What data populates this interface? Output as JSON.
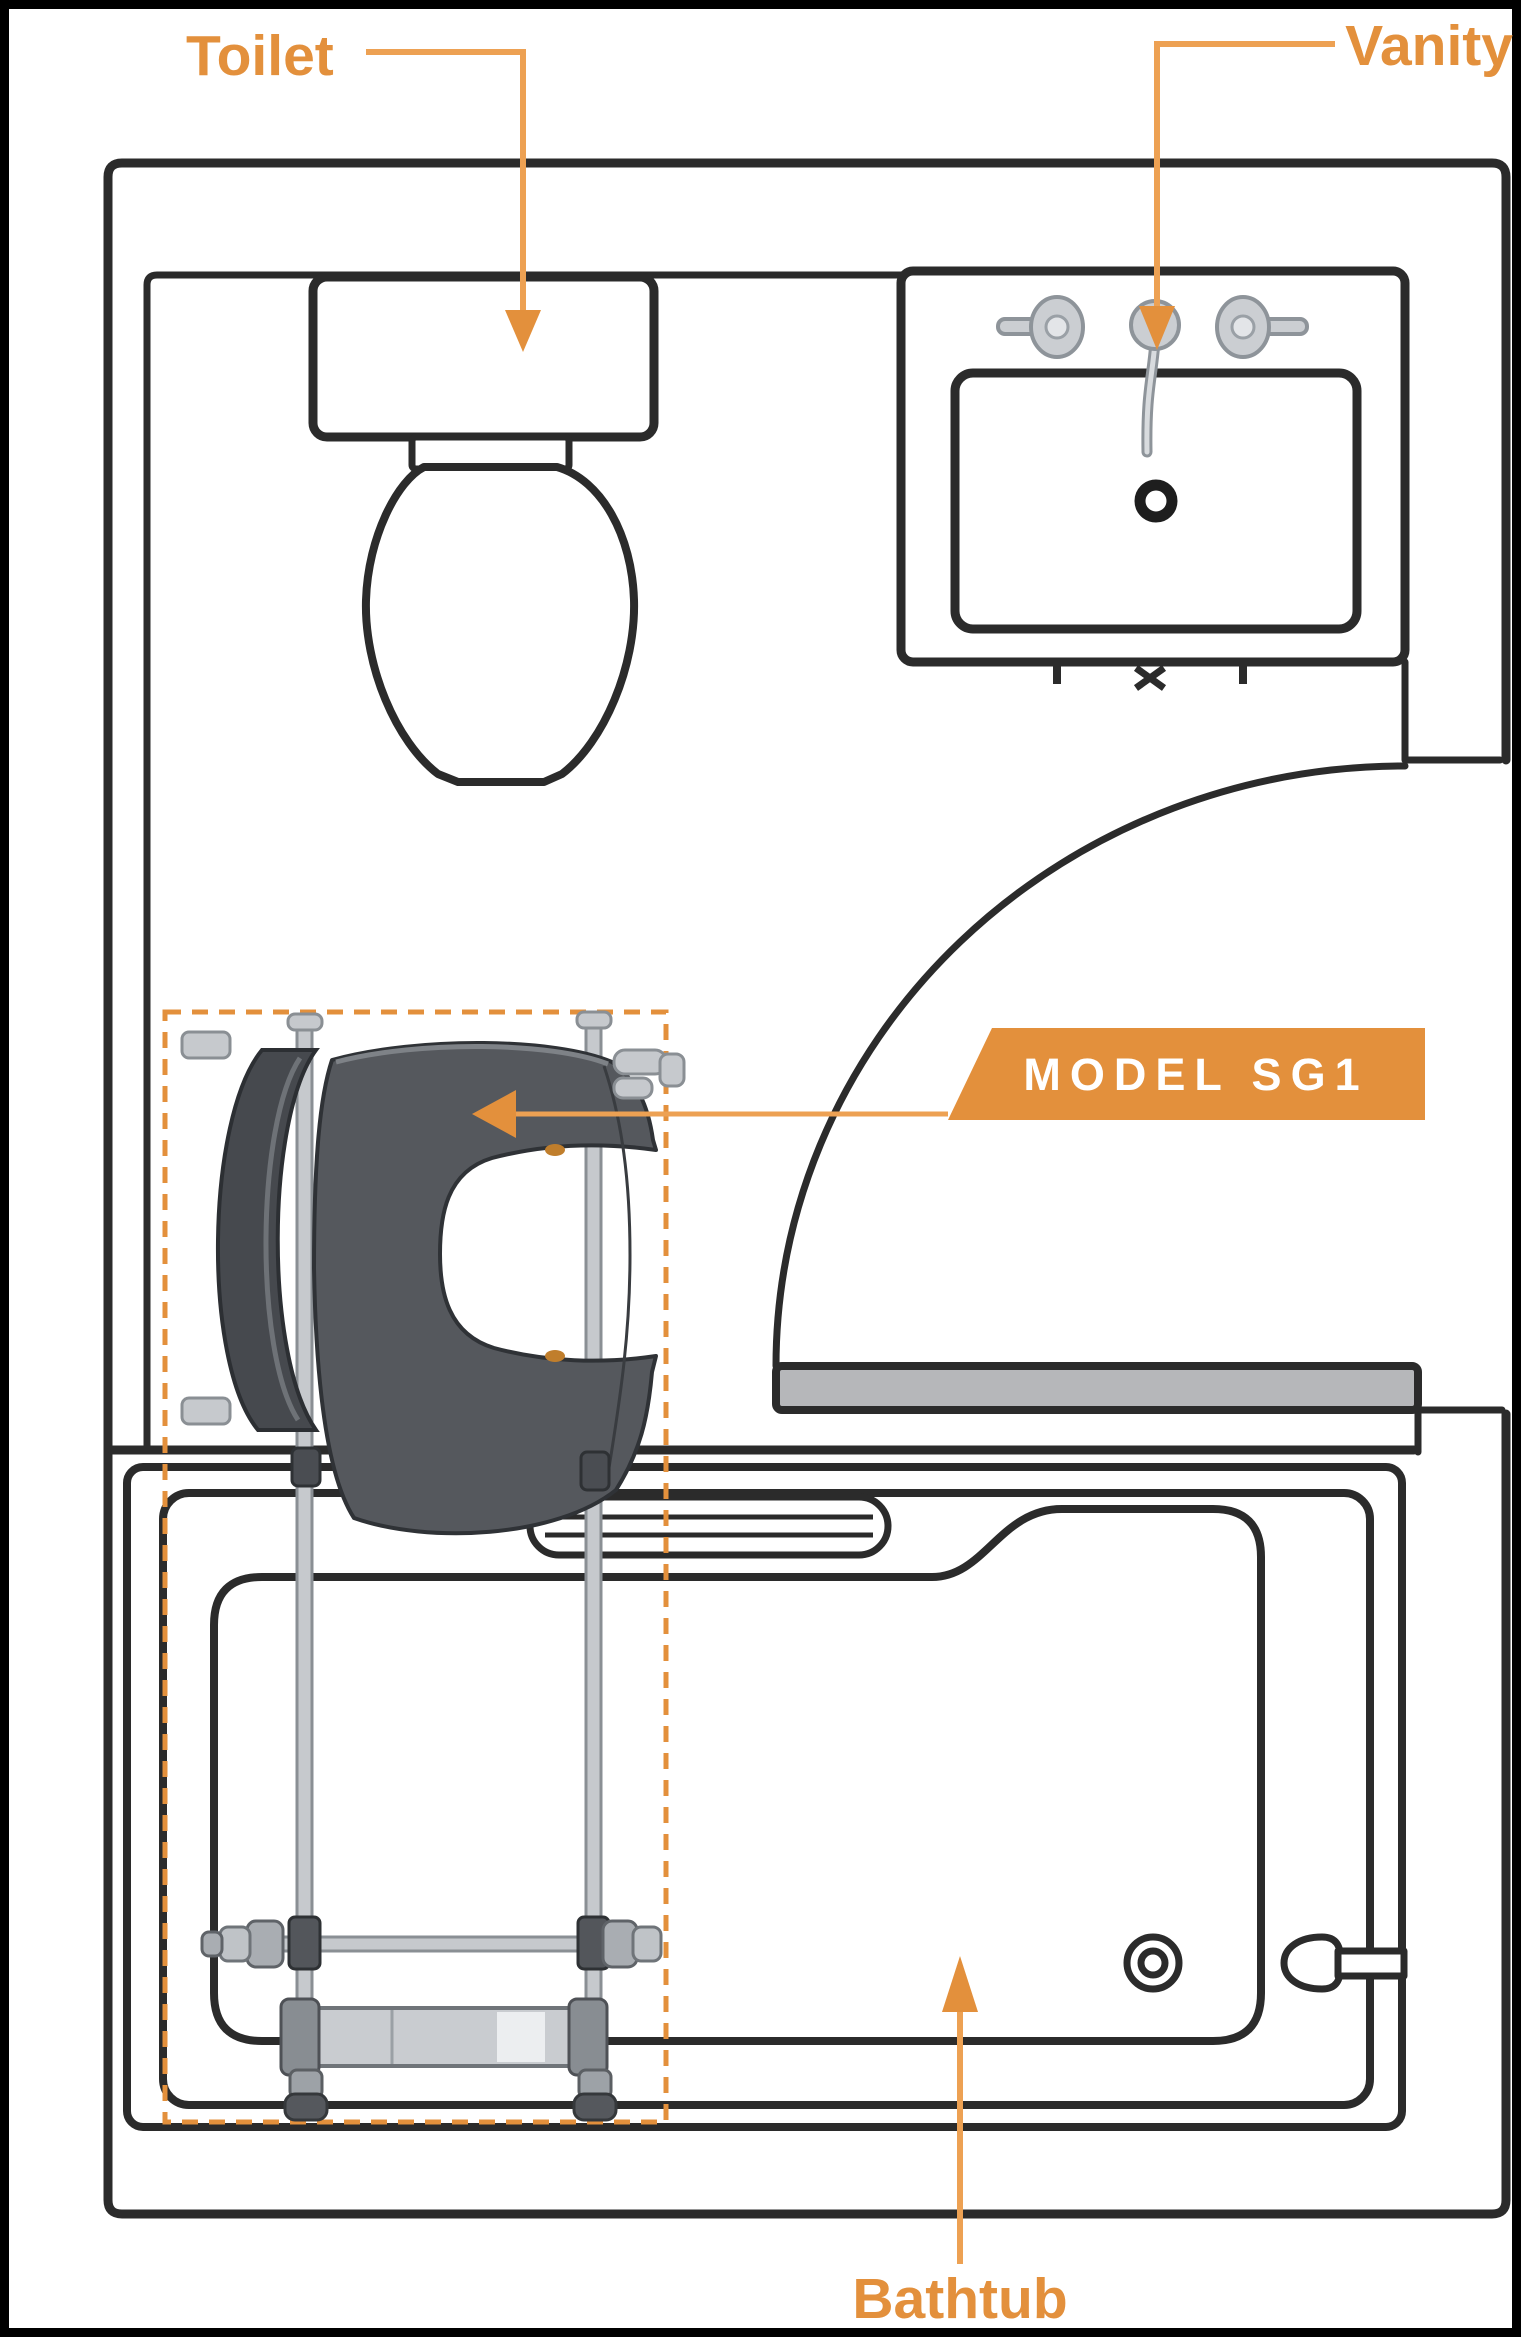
{
  "diagram": {
    "type": "bathroom-floor-plan",
    "product_banner": {
      "label": "MODEL SG1"
    },
    "callouts": {
      "toilet": {
        "label": "Toilet"
      },
      "vanity": {
        "label": "Vanity"
      },
      "bathtub": {
        "label": "Bathtub"
      }
    },
    "colors": {
      "accent_orange": "#E3903C",
      "leader_orange": "#EDA153",
      "banner_text": "#FFFFFF",
      "line_black": "#2B2B2B",
      "door_gray": "#B6B7BA",
      "seat_gray": "#55585D",
      "backrest_gray": "#46494E",
      "metal_gray": "#C6C9CD",
      "background": "#FFFFFF"
    }
  }
}
